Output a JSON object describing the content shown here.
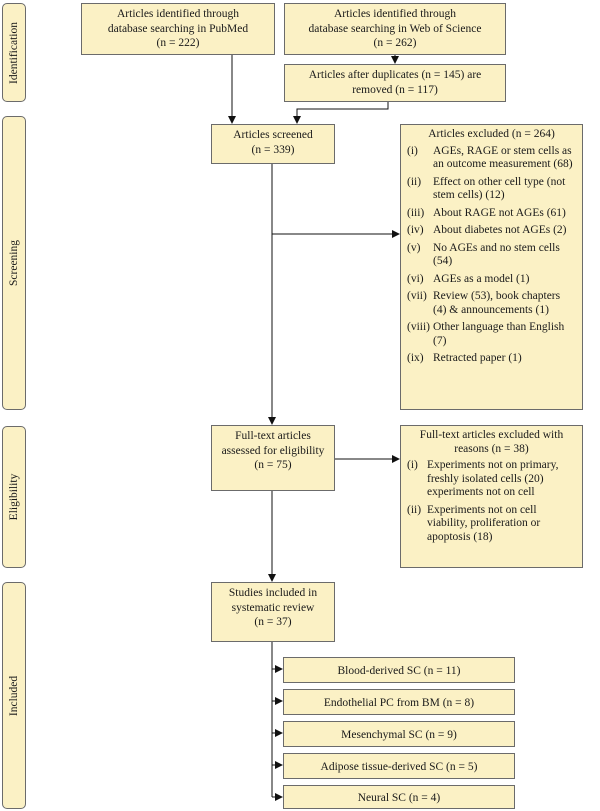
{
  "phases": {
    "identification": "Identification",
    "screening": "Screening",
    "eligibility": "Eligibility",
    "included": "Included"
  },
  "pubmed": {
    "line1": "Articles identified through",
    "line2": "database searching in PubMed",
    "count": "(n = 222)"
  },
  "wos": {
    "line1": "Articles identified through",
    "line2": "database searching in Web of Science",
    "count": "(n = 262)"
  },
  "duplicates": {
    "line1": "Articles after duplicates (n = 145) are",
    "line2": "removed (n = 117)"
  },
  "screened": {
    "line1": "Articles screened",
    "count": "(n = 339)"
  },
  "excluded": {
    "header": "Articles excluded (n = 264)",
    "items": [
      {
        "num": "(i)",
        "text": "AGEs, RAGE or stem cells as an outcome measurement (68)"
      },
      {
        "num": "(ii)",
        "text": "Effect on other cell type (not stem cells) (12)"
      },
      {
        "num": "(iii)",
        "text": "About RAGE not AGEs (61)"
      },
      {
        "num": "(iv)",
        "text": "About diabetes not AGEs (2)"
      },
      {
        "num": "(v)",
        "text": "No AGEs and no stem cells (54)"
      },
      {
        "num": "(vi)",
        "text": "AGEs as a model (1)"
      },
      {
        "num": "(vii)",
        "text": "Review (53), book chapters (4) & announcements (1)"
      },
      {
        "num": "(viii)",
        "text": "Other language than English (7)"
      },
      {
        "num": "(ix)",
        "text": "Retracted paper (1)"
      }
    ]
  },
  "fulltext": {
    "line1": "Full-text articles",
    "line2": "assessed for eligibility",
    "count": "(n = 75)"
  },
  "ft_excluded": {
    "header1": "Full-text articles excluded with",
    "header2": "reasons (n = 38)",
    "items": [
      {
        "num": "(i)",
        "text": "Experiments not on primary, freshly isolated cells (20) experiments not on cell"
      },
      {
        "num": "(ii)",
        "text": "Experiments not on cell viability, proliferation or apoptosis (18)"
      }
    ]
  },
  "included": {
    "line1": "Studies included in",
    "line2": "systematic review",
    "count": "(n = 37)"
  },
  "categories": [
    "Blood-derived SC (n = 11)",
    "Endothelial PC from BM (n = 8)",
    "Mesenchymal SC (n = 9)",
    "Adipose tissue-derived SC (n = 5)",
    "Neural SC (n = 4)"
  ]
}
